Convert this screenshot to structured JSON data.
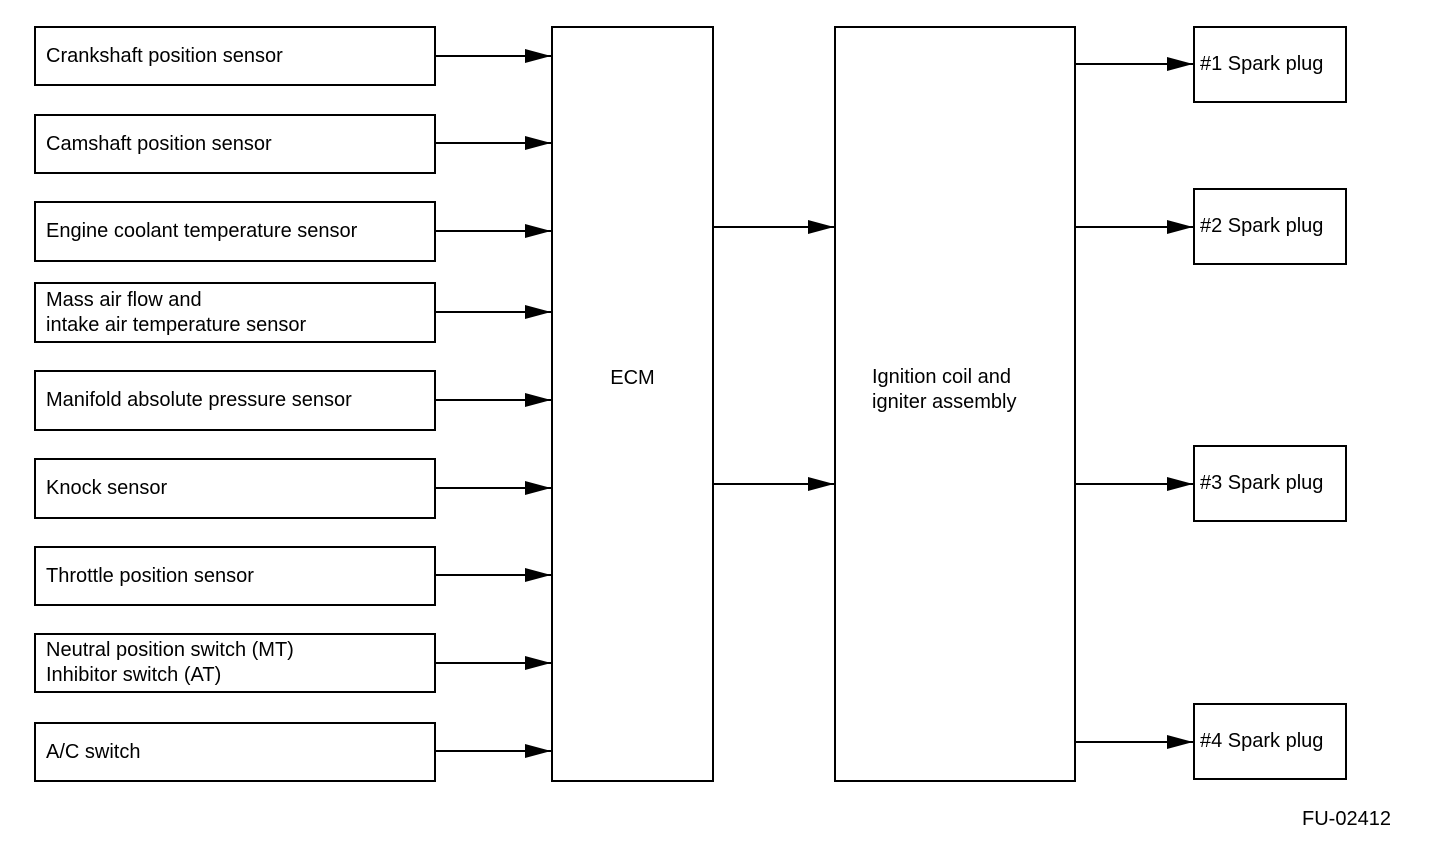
{
  "sensors": [
    {
      "lines": [
        "Crankshaft position sensor"
      ]
    },
    {
      "lines": [
        "Camshaft position sensor"
      ]
    },
    {
      "lines": [
        "Engine coolant temperature sensor"
      ]
    },
    {
      "lines": [
        "Mass air flow and",
        "intake air temperature sensor"
      ]
    },
    {
      "lines": [
        "Manifold absolute pressure sensor"
      ]
    },
    {
      "lines": [
        "Knock sensor"
      ]
    },
    {
      "lines": [
        "Throttle position sensor"
      ]
    },
    {
      "lines": [
        "Neutral position switch (MT)",
        "Inhibitor switch (AT)"
      ]
    },
    {
      "lines": [
        "A/C switch"
      ]
    }
  ],
  "ecm": {
    "label": "ECM"
  },
  "ignition": {
    "lines": [
      "Ignition coil and",
      "igniter assembly"
    ]
  },
  "spark_plugs": [
    {
      "label": "#1 Spark plug"
    },
    {
      "label": "#2 Spark plug"
    },
    {
      "label": "#3 Spark plug"
    },
    {
      "label": "#4 Spark plug"
    }
  ],
  "figure_code": "FU-02412"
}
